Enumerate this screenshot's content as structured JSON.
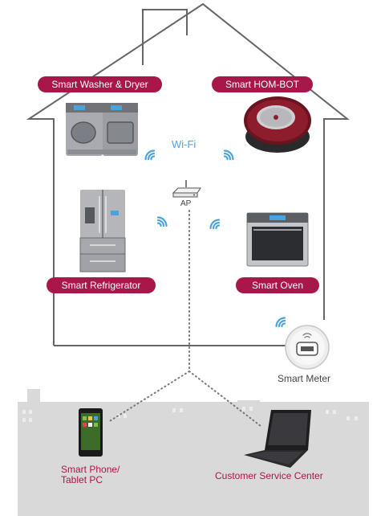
{
  "labels": {
    "washer": "Smart Washer & Dryer",
    "hombot": "Smart HOM-BOT",
    "fridge": "Smart Refrigerator",
    "oven": "Smart Oven",
    "wifi": "Wi-Fi",
    "ap": "AP",
    "meter": "Smart Meter",
    "phone_line1": "Smart Phone/",
    "phone_line2": "Tablet PC",
    "service": "Customer Service Center"
  },
  "colors": {
    "accent": "#a8174a",
    "wifi": "#4aa3df",
    "house_outline": "#666666",
    "city": "#d8d8d8"
  },
  "icons": [
    "wifi-icon",
    "access-point-icon",
    "washer-dryer-icon",
    "robot-vacuum-icon",
    "refrigerator-icon",
    "oven-icon",
    "smart-meter-icon",
    "smartphone-icon",
    "laptop-icon"
  ]
}
